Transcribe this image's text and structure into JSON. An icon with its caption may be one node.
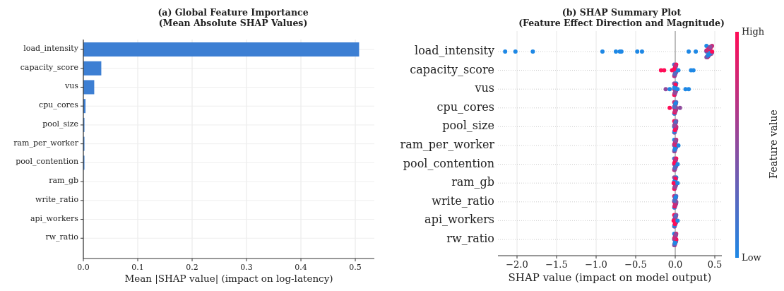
{
  "diagram": {
    "chart_data": {
      "type": "bar",
      "orientation": "horizontal",
      "title": "(a) Global Feature Importance (Mean Absolute SHAP Values)",
      "xlabel": "Mean |SHAP value| (impact on log-latency)",
      "categories": [
        "load_intensity",
        "capacity_score",
        "vus",
        "cpu_cores",
        "pool_size",
        "ram_per_worker",
        "pool_contention",
        "ram_gb",
        "write_ratio",
        "api_workers",
        "rw_ratio"
      ],
      "series": [
        {
          "color": "#3d7fd3",
          "values": [
            0.507,
            0.033,
            0.02,
            0.004,
            0.002,
            0.002,
            0.002,
            0,
            0,
            0,
            0
          ]
        }
      ],
      "xlim": [
        0,
        0.535
      ],
      "grid": true,
      "xticks": [
        {
          "value": 0,
          "label": "0.0"
        },
        {
          "value": 0.1,
          "label": "0.1"
        },
        {
          "value": 0.2,
          "label": "0.2"
        },
        {
          "value": 0.3,
          "label": "0.3"
        },
        {
          "value": 0.4,
          "label": "0.4"
        },
        {
          "value": 0.5,
          "label": "0.5"
        }
      ]
    },
    "labels": [
      "(b) SHAP Summary Plot (Feature Effect Direction and Magnitude)",
      "load_intensity",
      "capacity_score",
      "vus",
      "cpu_cores",
      "pool_size",
      "ram_per_worker",
      "pool_contention",
      "ram_gb",
      "write_ratio",
      "api_workers",
      "rw_ratio",
      "−2.0",
      "−1.5",
      "−1.0",
      "−0.5",
      "0.0",
      "0.5",
      "SHAP value (impact on model output)",
      "High",
      "Low",
      "Feature value"
    ]
  }
}
